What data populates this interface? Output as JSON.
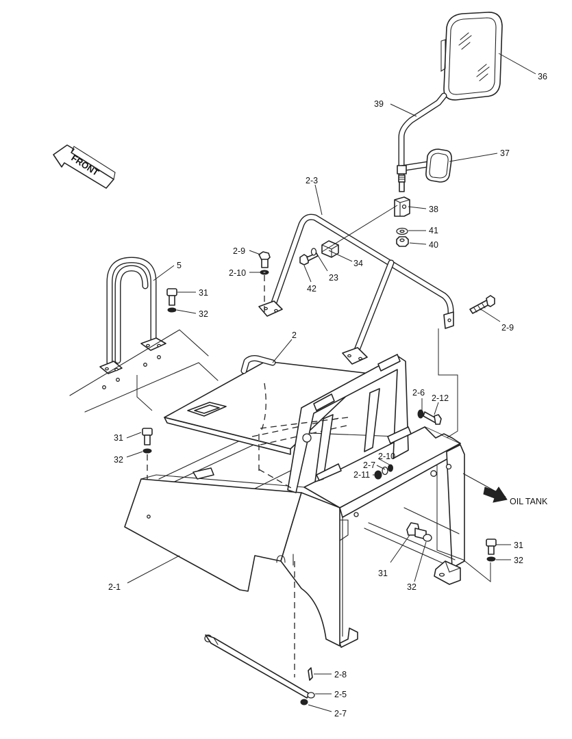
{
  "diagram": {
    "front_label": "FRONT",
    "oil_tank_label": "OIL TANK",
    "callouts": {
      "c36": "36",
      "c39": "39",
      "c37": "37",
      "c2_3": "2-3",
      "c38": "38",
      "c41": "41",
      "c40": "40",
      "c34": "34",
      "c2_9a": "2-9",
      "c2_10a": "2-10",
      "c23": "23",
      "c42": "42",
      "c5": "5",
      "c31a": "31",
      "c32a": "32",
      "c2_9b": "2-9",
      "c2": "2",
      "c2_6": "2-6",
      "c2_12": "2-12",
      "c31b": "31",
      "c32b": "32",
      "c2_10b": "2-10",
      "c2_7a": "2-7",
      "c2_11": "2-11",
      "c31c": "31",
      "c32c": "32",
      "c31d": "31",
      "c32d": "32",
      "c2_1": "2-1",
      "c2_8": "2-8",
      "c2_5": "2-5",
      "c2_7b": "2-7"
    }
  }
}
